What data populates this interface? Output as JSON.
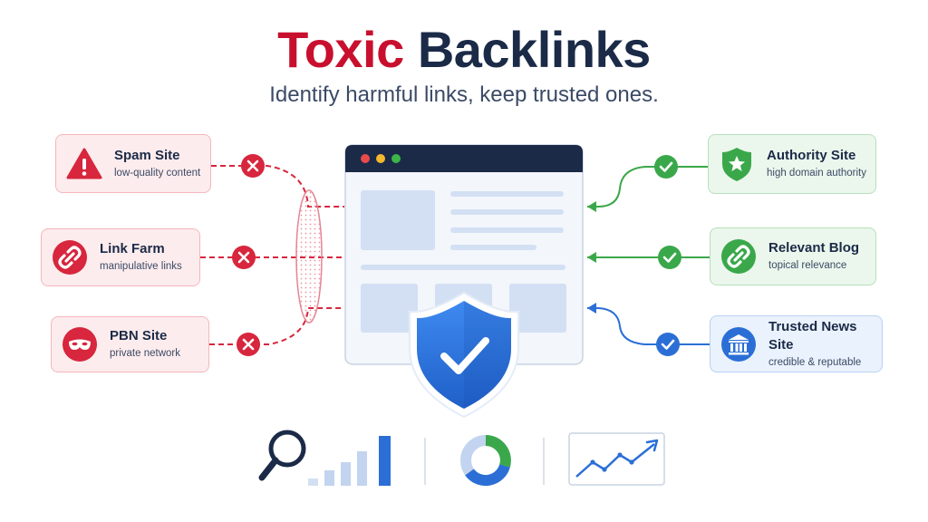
{
  "header": {
    "title_part1": "Toxic",
    "title_part2": "Backlinks",
    "subtitle": "Identify harmful links, keep trusted ones."
  },
  "toxic_links": [
    {
      "name": "Spam Site",
      "desc": "low-quality content",
      "icon": "warning-icon"
    },
    {
      "name": "Link Farm",
      "desc": "manipulative links",
      "icon": "link-icon"
    },
    {
      "name": "PBN Site",
      "desc": "private network",
      "icon": "mask-icon"
    }
  ],
  "trusted_links": [
    {
      "name": "Authority Site",
      "desc": "high domain authority",
      "icon": "shield-star-icon"
    },
    {
      "name": "Relevant Blog",
      "desc": "topical relevance",
      "icon": "link-icon"
    },
    {
      "name": "Trusted News Site",
      "desc": "credible & reputable",
      "icon": "bank-icon"
    }
  ],
  "colors": {
    "toxic": "#d7263d",
    "trusted": "#3aa84a",
    "trusted_blue": "#2b6fd6",
    "navy": "#1b2a47",
    "title_red": "#c8102e"
  },
  "bottom_icons": [
    "magnifier-icon",
    "bar-chart-icon",
    "donut-chart-icon",
    "line-chart-icon"
  ]
}
